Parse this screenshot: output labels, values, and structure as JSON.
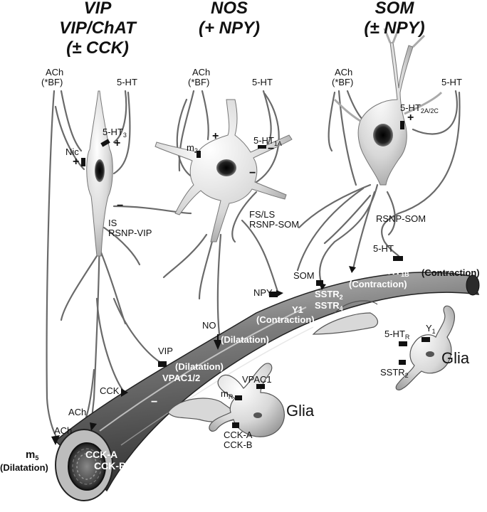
{
  "headers": {
    "vip": [
      "VIP",
      "VIP/ChAT",
      "(± CCK)"
    ],
    "nos": [
      "NOS",
      "(+ NPY)"
    ],
    "som": [
      "SOM",
      "(± NPY)"
    ]
  },
  "inputs": {
    "ach": "ACh",
    "bf": "(*BF)",
    "ht": "5-HT"
  },
  "vip_cell": {
    "ht3": "5-HT",
    "ht3_sub": "3",
    "nic": "Nic",
    "is": "IS",
    "rsnp_vip": "RSNP-VIP"
  },
  "nos_cell": {
    "m2": "m",
    "m2_sub": "2",
    "ht1a": "5-HT",
    "ht1a_sub": "1A",
    "fs_ls": "FS/LS",
    "rsnp_som": "RSNP-SOM"
  },
  "som_cell": {
    "ht2": "5-HT",
    "ht2_sub": "2A/2C",
    "rsnp_som": "RSNP-SOM"
  },
  "signs": {
    "plus": "+",
    "minus": "−"
  },
  "vessel": {
    "m5": "m",
    "m5_sub": "5",
    "m5_effect": "(Dilatation)",
    "cck_a": "CCK-A",
    "cck_b": "CCK-B",
    "vpac12": "VPAC1/2",
    "vip_effect": "(Dilatation)",
    "no_effect": "(Dilatation)",
    "y1": "Y1",
    "y1_effect": "(Contraction)",
    "sstr2": "SSTR",
    "sstr2_sub": "2",
    "sstr4": "SSTR",
    "sstr4_sub": "4",
    "sstr_effect": "(Contraction)",
    "ht1b": "5-HT",
    "ht1b_sub": "1B",
    "ht1b_effect": "(Contraction)"
  },
  "transmitters": {
    "ach_a": "ACh",
    "ach_b": "ACh",
    "cck": "CCK",
    "vip": "VIP",
    "no": "NO",
    "npy": "NPY",
    "som": "SOM",
    "ht": "5-HT"
  },
  "glia_left": {
    "label": "Glia",
    "vpac1": "VPAC1",
    "mr": "m",
    "mr_sub": "R",
    "cck_a": "CCK-A",
    "cck_b": "CCK-B"
  },
  "glia_right": {
    "label": "Glia",
    "ht_r": "5-HT",
    "ht_r_sub": "R",
    "y1": "Y",
    "y1_sub": "1",
    "sstr2": "SSTR",
    "sstr2_sub": "2"
  },
  "colors": {
    "fiber": "#6a6a6a",
    "vessel_dark": "#3c3c3c",
    "vessel_light": "#b4b4b4",
    "cell_light": "#f2f2f2",
    "cell_mid": "#a8a8a8",
    "receptor": "#111111"
  }
}
